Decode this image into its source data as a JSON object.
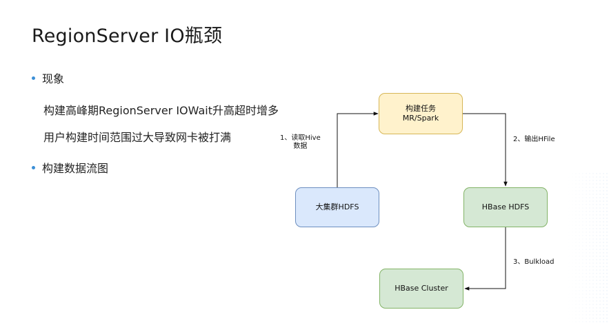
{
  "title": "RegionServer IO瓶颈",
  "bullets": {
    "phenomenon": "现象",
    "line1": "构建高峰期RegionServer IOWait升高超时增多",
    "line2": "用户构建时间范围过大导致网卡被打满",
    "flow": "构建数据流图"
  },
  "diagram": {
    "nodes": {
      "task_line1": "构建任务",
      "task_line2": "MR/Spark",
      "big_hdfs": "大集群HDFS",
      "hbase_hdfs": "HBase HDFS",
      "hbase_cluster": "HBase Cluster"
    },
    "edges": {
      "read_line1": "1、读取Hive",
      "read_line2": "数据",
      "output": "2、输出HFile",
      "bulkload": "3、Bulkload"
    }
  },
  "colors": {
    "bullet_dot": "#3b8fd6",
    "task_fill": "#fff2cc",
    "task_border": "#d6b656",
    "blue_fill": "#dae8fc",
    "blue_border": "#6c8ebf",
    "green_fill": "#d5e8d4",
    "green_border": "#82b366"
  }
}
